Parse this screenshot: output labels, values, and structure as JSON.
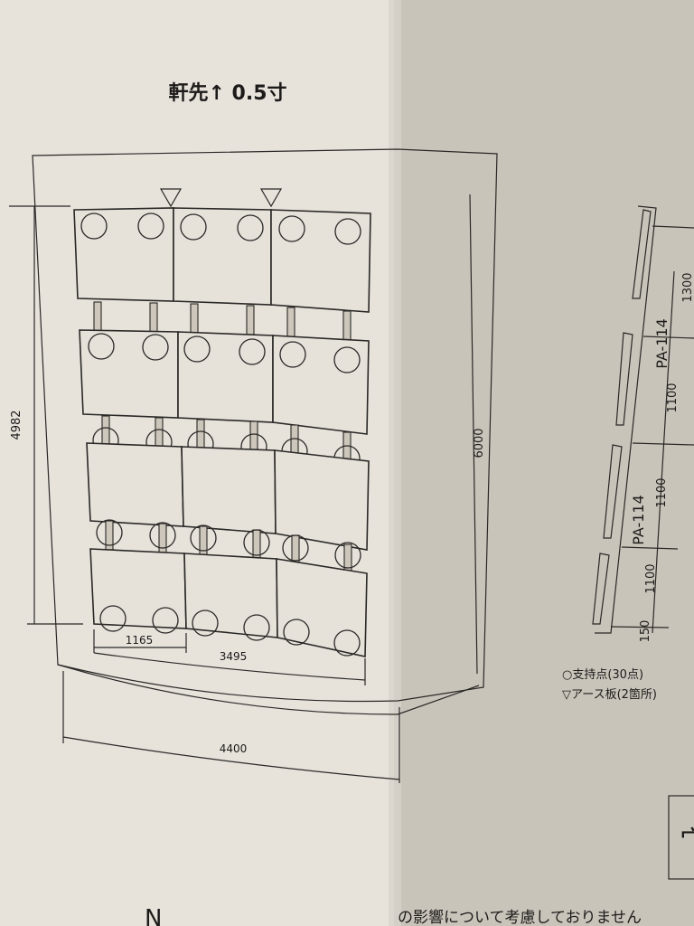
{
  "main_drawing": {
    "title": "軒先↑ 0.5寸",
    "dim_height": "4982",
    "dim_total_height": "6000",
    "dim_panel_width": "1165",
    "dim_array_width": "3495",
    "dim_roof_width": "4400"
  },
  "side_view": {
    "labels": [
      "1300",
      "PA-114",
      "1100",
      "1100",
      "PA-114",
      "1100",
      "150"
    ]
  },
  "legend": {
    "support": "○支持点(30点)",
    "earth": "▽アース板(2箇所)"
  },
  "footer": {
    "note": "の影響について考慮しておりません",
    "cut_letter": "N"
  },
  "colors": {
    "paper": "#e8e4dc",
    "shadow": "#bdb8ae",
    "ink": "#2a2826"
  }
}
